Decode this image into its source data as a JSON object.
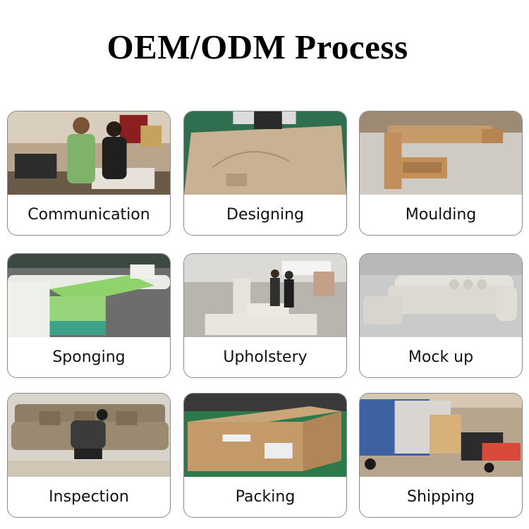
{
  "title": "OEM/ODM Process",
  "steps": [
    {
      "label": "Communication",
      "icon": "people-meeting-photo"
    },
    {
      "label": "Designing",
      "icon": "pattern-cutting-photo"
    },
    {
      "label": "Moulding",
      "icon": "wood-frame-photo"
    },
    {
      "label": "Sponging",
      "icon": "foam-sofa-photo"
    },
    {
      "label": "Upholstery",
      "icon": "upholstery-workshop-photo"
    },
    {
      "label": "Mock up",
      "icon": "sectional-sofa-photo"
    },
    {
      "label": "Inspection",
      "icon": "inspector-sofa-photo"
    },
    {
      "label": "Packing",
      "icon": "cardboard-box-photo"
    },
    {
      "label": "Shipping",
      "icon": "container-loading-photo"
    }
  ]
}
